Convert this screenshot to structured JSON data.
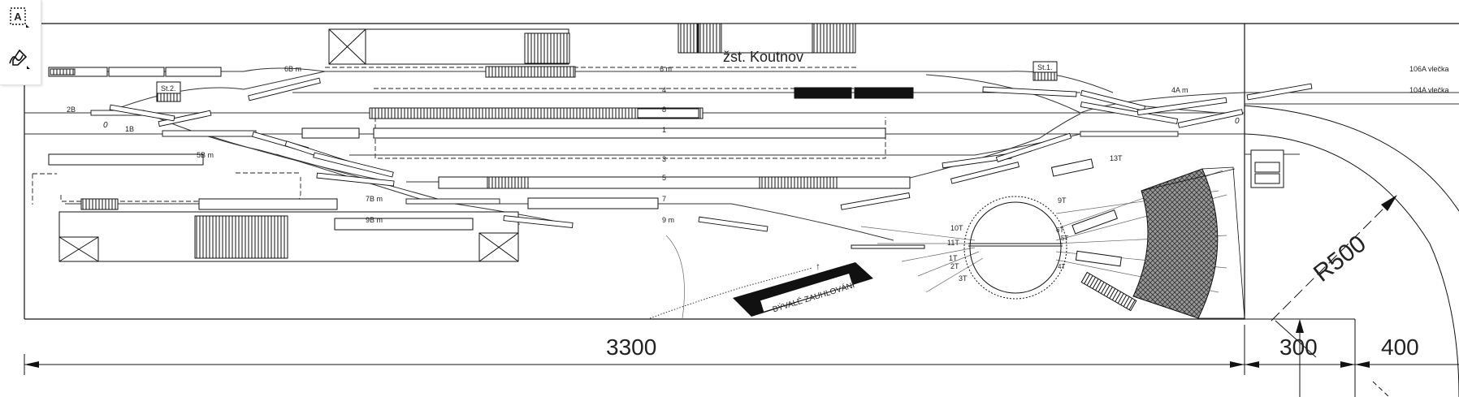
{
  "station": {
    "name": "žst. Koutnov",
    "signal_boxes": [
      "St.1.",
      "St.2."
    ],
    "coal_yard": "BÝVALÉ ZAUHLOVÁNÍ",
    "turntable_arrow": "↑"
  },
  "track_labels": {
    "t0_left": "0",
    "t0_right": "0",
    "t1": "1",
    "t1b": "1B",
    "t2b": "2B",
    "t3": "3",
    "t4": "4",
    "t4a": "4A m",
    "t5": "5",
    "t5b": "5B m",
    "t6": "6 m",
    "t6b": "6B m",
    "t7": "7",
    "t7b": "7B m",
    "t8": "8",
    "t9": "9 m",
    "t9b": "9B m",
    "siding_106a": "106A vlečka",
    "siding_104a": "104A vlečka",
    "t1t": "1T",
    "t2t": "2T",
    "t3t": "3T",
    "t4t": "4T",
    "t5t": "5T",
    "t6t": "6T",
    "t9t": "9T",
    "t10t": "10T",
    "t11t": "11T",
    "t13t": "13T"
  },
  "dimensions": {
    "main": "3300",
    "middle": "300",
    "right": "400",
    "radius": "R500"
  },
  "tools": {
    "text_tool_icon": "text-select-icon",
    "pen_tool_icon": "pen-sign-icon"
  }
}
